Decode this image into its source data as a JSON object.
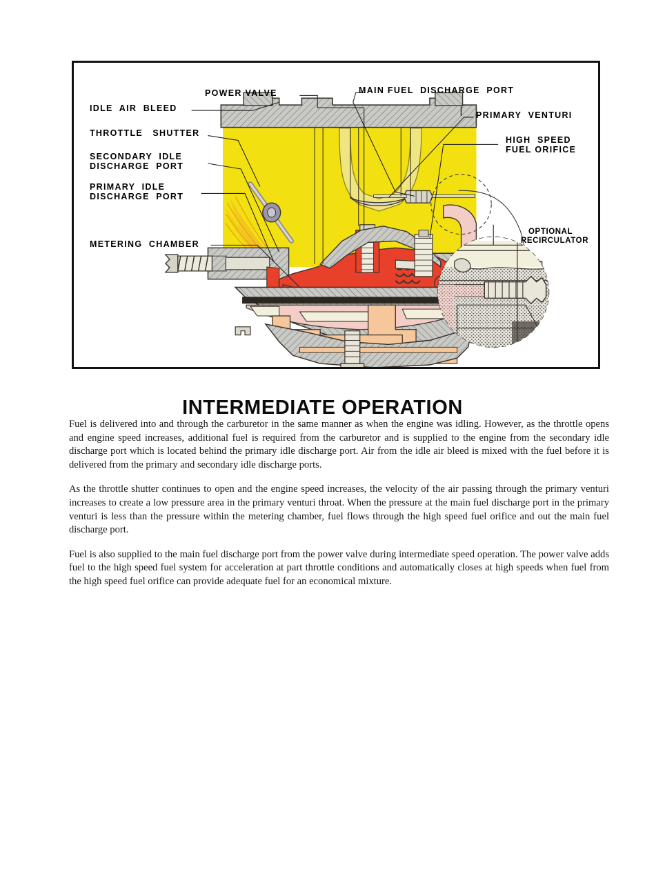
{
  "page": {
    "title": "INTERMEDIATE OPERATION",
    "background_color": "#ffffff"
  },
  "figure": {
    "name": "carburetor-cutaway-diagram",
    "frame_color": "#111111",
    "palette": {
      "air_yellow": "#f2e010",
      "fuel_red": "#e8402a",
      "fuel_mist_orange": "#f0a81e",
      "casting_gray": "#c9c9c6",
      "passage_pink": "#f4cdc6",
      "passage_peach": "#f5c79a",
      "cream": "#f2efdc",
      "outline": "#3a342c"
    },
    "callouts": {
      "power_valve": "POWER VALVE",
      "main_fuel_discharge_port": "MAIN FUEL  DISCHARGE  PORT",
      "idle_air_bleed": "IDLE  AIR  BLEED",
      "throttle_shutter": "THROTTLE   SHUTTER",
      "secondary_idle_discharge_port_line1": "SECONDARY  IDLE",
      "secondary_idle_discharge_port_line2": "DISCHARGE  PORT",
      "primary_idle_discharge_port_line1": "PRIMARY  IDLE",
      "primary_idle_discharge_port_line2": "DISCHARGE  PORT",
      "metering_chamber": "METERING  CHAMBER",
      "primary_venturi": "PRIMARY  VENTURI",
      "high_speed_fuel_orifice_line1": "HIGH  SPEED",
      "high_speed_fuel_orifice_line2": "FUEL ORIFICE",
      "optional_recirculator_line1": "OPTIONAL",
      "optional_recirculator_line2": "RECIRCULATOR"
    }
  },
  "body": {
    "paragraphs": [
      "Fuel is delivered into and through the carburetor in the same manner as when the engine was idling. However, as the throttle opens and engine speed increases, additional fuel is required from the carburetor and is supplied to the engine from the secondary idle discharge port which is located behind the primary idle discharge port. Air from the idle air bleed is mixed with the fuel before it is delivered from the primary and secondary idle discharge ports.",
      "As the throttle shutter continues to open and the engine speed increases, the velocity of the air passing through the primary venturi increases to create a low pressure area in the primary venturi throat. When the pressure at the main fuel discharge port in the primary venturi is less than the pressure within the metering chamber, fuel flows through the high speed fuel orifice and out the main fuel discharge port.",
      "Fuel is also supplied to the main fuel discharge port from the power valve during intermediate speed operation. The power valve adds fuel to the high speed fuel system for acceleration at part throttle conditions and automatically closes at high speeds when fuel from the high speed fuel orifice can provide adequate fuel for an economical mixture."
    ]
  }
}
